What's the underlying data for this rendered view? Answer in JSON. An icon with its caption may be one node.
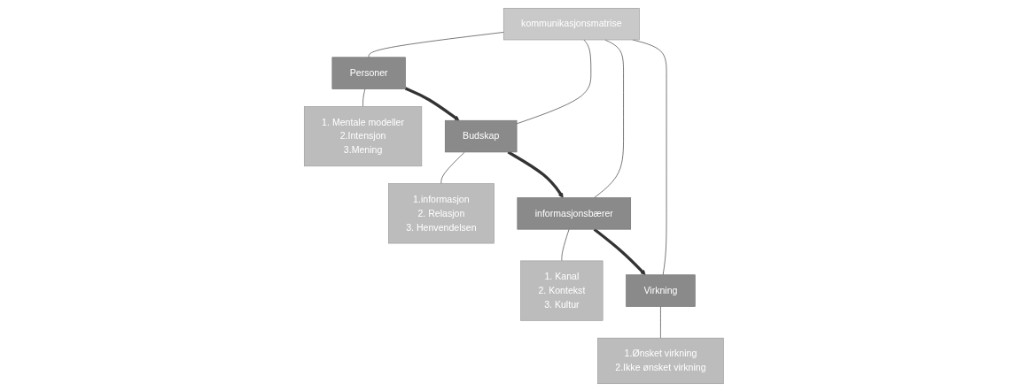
{
  "diagram": {
    "nodes": [
      {
        "text": [
          "kommunikasjonsmatrise"
        ]
      },
      {
        "text": [
          "Personer"
        ]
      },
      {
        "text": [
          "Budskap"
        ]
      },
      {
        "text": [
          "informasjonsbærer"
        ]
      },
      {
        "text": [
          "Virkning"
        ]
      },
      {
        "text": [
          "1. Mentale modeller",
          "2.Intensjon",
          "3.Mening"
        ]
      },
      {
        "text": [
          "1.informasjon",
          "2. Relasjon",
          "3. Henvendelsen"
        ]
      },
      {
        "text": [
          "1. Kanal",
          "2. Kontekst",
          "3. Kultur"
        ]
      },
      {
        "text": [
          "1.Ønsket virkning",
          "2.Ikke ønsket virkning"
        ]
      }
    ],
    "edges": [
      {
        "from": 0,
        "to": 1,
        "arrow": "none"
      },
      {
        "from": 0,
        "to": 2,
        "arrow": "none"
      },
      {
        "from": 0,
        "to": 3,
        "arrow": "none"
      },
      {
        "from": 0,
        "to": 4,
        "arrow": "none"
      },
      {
        "from": 1,
        "to": 5,
        "arrow": "none"
      },
      {
        "from": 2,
        "to": 6,
        "arrow": "none"
      },
      {
        "from": 3,
        "to": 7,
        "arrow": "none"
      },
      {
        "from": 4,
        "to": 8,
        "arrow": "none"
      },
      {
        "from": 1,
        "to": 2,
        "arrow": "to",
        "style": "thick"
      },
      {
        "from": 2,
        "to": 3,
        "arrow": "to",
        "style": "thick"
      },
      {
        "from": 3,
        "to": 4,
        "arrow": "to",
        "style": "thick"
      }
    ]
  }
}
